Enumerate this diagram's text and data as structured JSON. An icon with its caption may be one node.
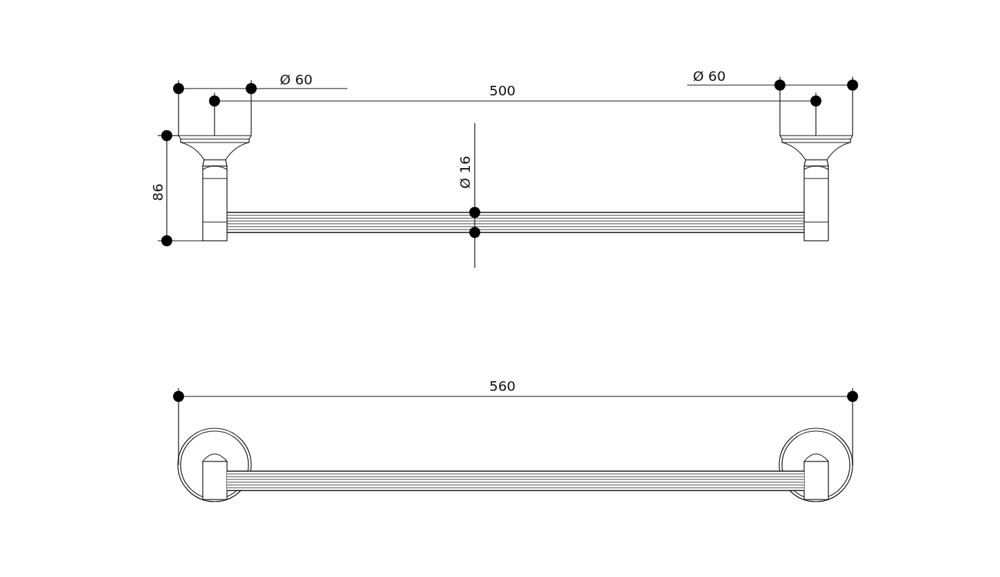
{
  "diagram": {
    "labels": [
      "Ø 60",
      "500",
      "Ø 60",
      "86",
      "Ø 16",
      "560"
    ]
  }
}
